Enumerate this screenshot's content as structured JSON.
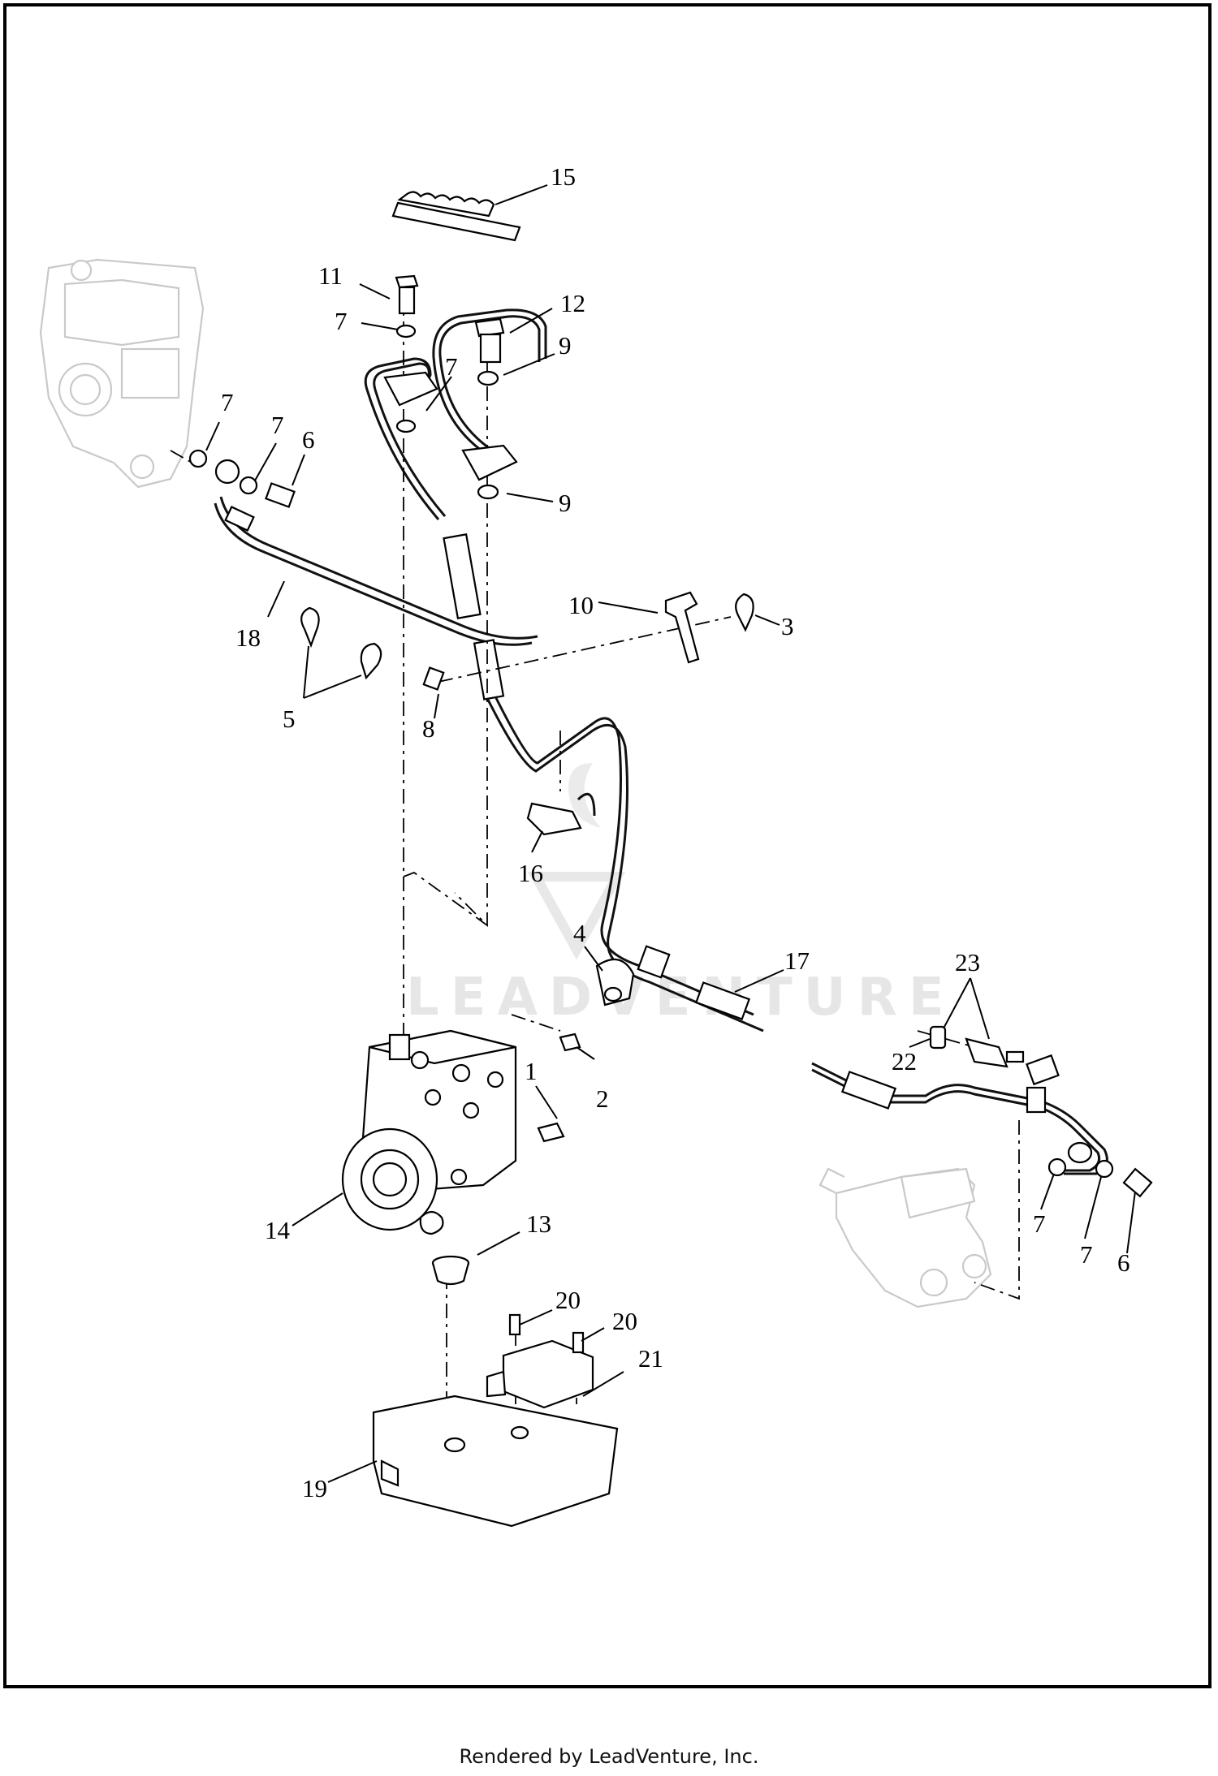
{
  "watermark": "LEADVENTURE",
  "footer": "Rendered by LeadVenture, Inc.",
  "callouts": {
    "c1": "1",
    "c2": "2",
    "c3": "3",
    "c4": "4",
    "c5": "5",
    "c6a": "6",
    "c6b": "6",
    "c7a": "7",
    "c7b": "7",
    "c7c": "7",
    "c7d": "7",
    "c7e": "7",
    "c7f": "7",
    "c8": "8",
    "c9a": "9",
    "c9b": "9",
    "c10": "10",
    "c11": "11",
    "c12": "12",
    "c13": "13",
    "c14": "14",
    "c15": "15",
    "c16": "16",
    "c17": "17",
    "c18": "18",
    "c19": "19",
    "c20a": "20",
    "c20b": "20",
    "c21": "21",
    "c22": "22",
    "c23": "23"
  }
}
